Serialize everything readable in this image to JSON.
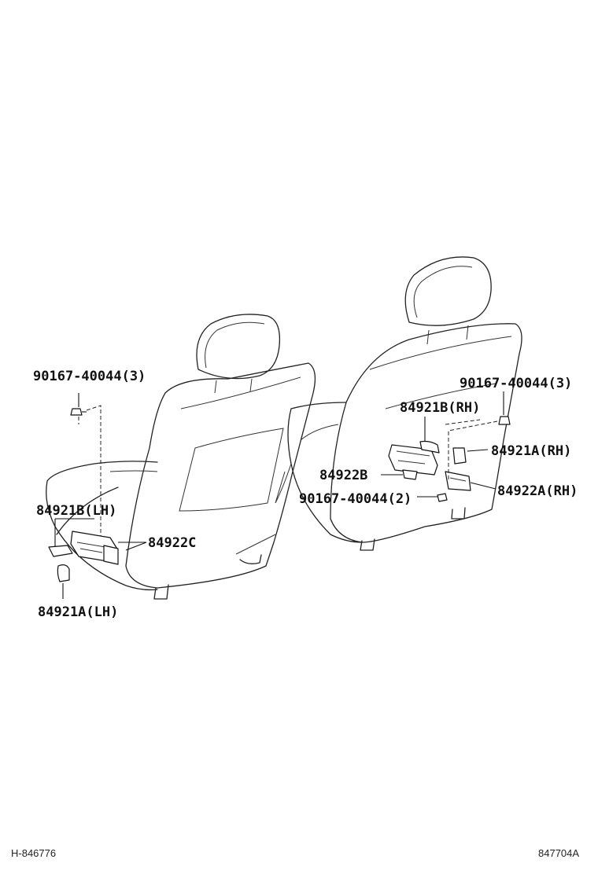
{
  "labels": {
    "lh_bolt": "90167-40044(3)",
    "rh_bolt": "90167-40044(3)",
    "lh_cover_b": "84921B(LH)",
    "lh_cover_a": "84921A(LH)",
    "lh_switch_c": "84922C",
    "rh_cover_b": "84921B(RH)",
    "rh_cover_a": "84921A(RH)",
    "rh_switch_b": "84922B",
    "rh_switch_a": "84922A(RH)",
    "rh_screw": "90167-40044(2)"
  },
  "footer": {
    "left_code": "H-846776",
    "right_code": "847704A"
  }
}
